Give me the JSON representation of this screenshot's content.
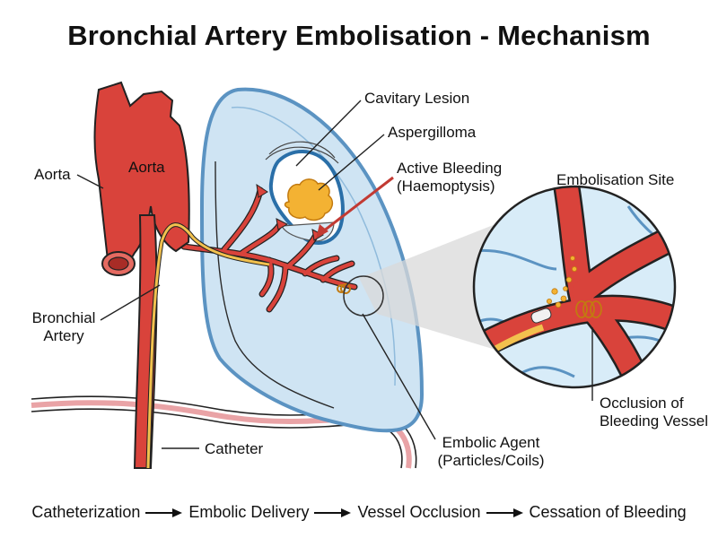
{
  "title": "Bronchial Artery Embolisation - Mechanism",
  "labels": {
    "aorta_left": "Aorta",
    "aorta_on_vessel": "Aorta",
    "bronchial_artery_line1": "Bronchial",
    "bronchial_artery_line2": "Artery",
    "catheter": "Catheter",
    "cavitary_lesion": "Cavitary Lesion",
    "aspergilloma": "Aspergilloma",
    "active_bleeding_line1": "Active Bleeding",
    "active_bleeding_line2": "(Haemoptysis)",
    "embolisation_site": "Embolisation Site",
    "occlusion_line1": "Occlusion of",
    "occlusion_line2": "Bleeding Vessel",
    "embolic_agent_line1": "Embolic Agent",
    "embolic_agent_line2": "(Particles/Coils)"
  },
  "flow_steps": [
    "Catheterization",
    "Embolic Delivery",
    "Vessel Occlusion",
    "Cessation of Bleeding"
  ],
  "colors": {
    "artery": "#d9433b",
    "artery_outline": "#222222",
    "lung_fill": "#cfe4f3",
    "lung_outline": "#5b93c2",
    "catheter": "#f2c14e",
    "aspergilloma": "#f3b233",
    "diaphragm": "#e9a3a6"
  }
}
